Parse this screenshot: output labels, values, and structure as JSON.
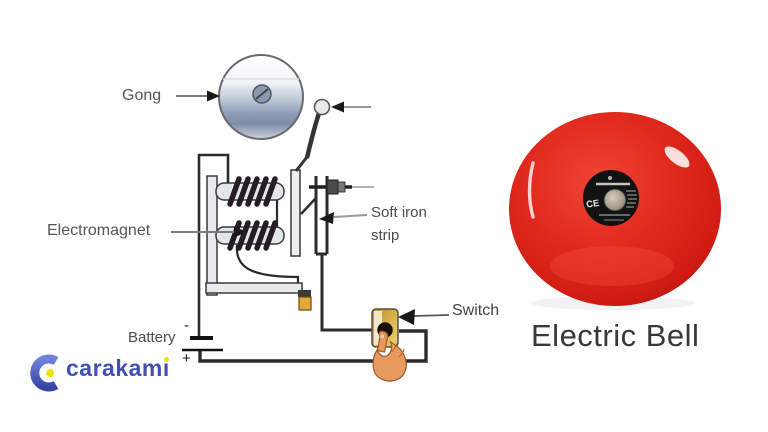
{
  "page": {
    "background": "#ffffff"
  },
  "diagram": {
    "labels": {
      "gong": "Gong",
      "electromagnet": "Electromagnet",
      "soft_iron_strip": "Soft iron strip",
      "battery": "Battery",
      "switch": "Switch"
    },
    "battery_terminals": {
      "minus": "-",
      "plus": "+"
    }
  },
  "product": {
    "caption": "Electric Bell",
    "ce_mark": "CE"
  },
  "branding": {
    "logo_text": "carakami"
  },
  "colors": {
    "bell_red": "#dd2218",
    "logo_blue": "#4050b8",
    "accent_yellow": "#f2e400",
    "switch_gold": "#d7ae45",
    "diagram_line": "#2b2b2b"
  }
}
